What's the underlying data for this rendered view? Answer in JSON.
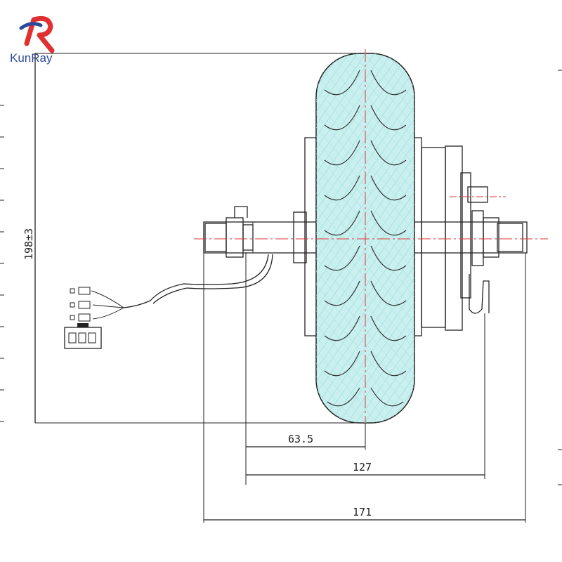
{
  "logo": {
    "brand_text": "KunRay"
  },
  "dimensions": {
    "height": "198±3",
    "half_width": "63.5",
    "mount_width": "127",
    "overall_width": "171"
  },
  "colors": {
    "tire": "#c9efef",
    "tread": "#7fd6d6",
    "centerline": "#e23a3a",
    "logo_red": "#e0302f",
    "logo_blue": "#2c4a9a"
  }
}
